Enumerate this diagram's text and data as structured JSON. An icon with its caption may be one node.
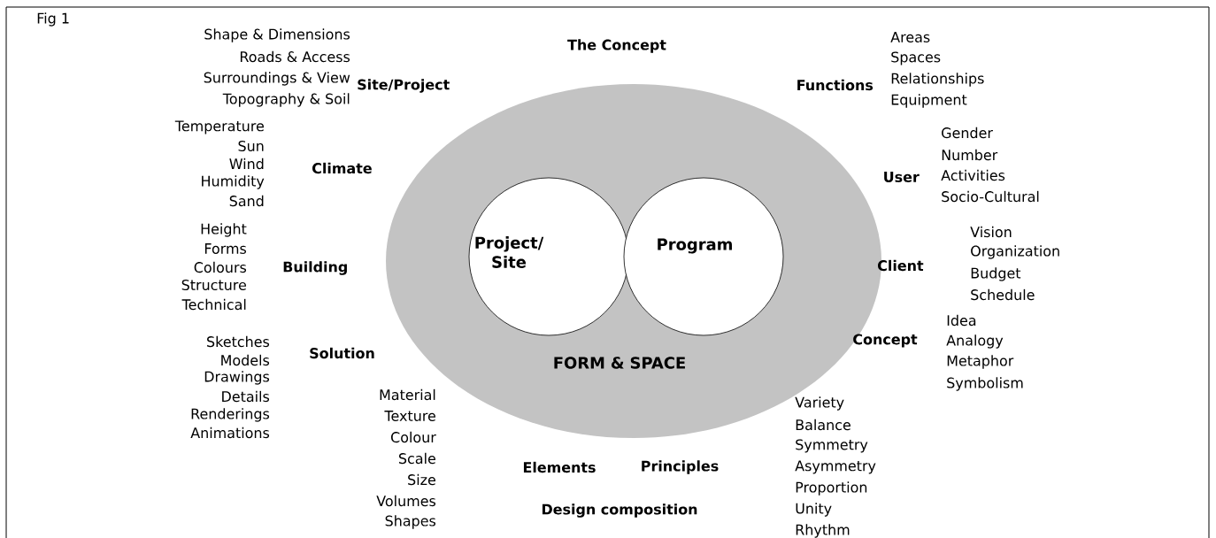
{
  "diagram": {
    "nodes": [
      {
        "text": [
          "FORM & SPACE"
        ]
      },
      {
        "text": [
          "Project/ Site"
        ],
        "in": 0
      },
      {
        "text": [
          "Program"
        ],
        "in": 0
      }
    ],
    "labels": [
      "Fig 1",
      "The Concept",
      "Shape & Dimensions",
      "Roads & Access",
      "Surroundings & View",
      "Topography & Soil",
      "Site/Project",
      "Areas",
      "Spaces",
      "Functions",
      "Relationships",
      "Equipment",
      "Temperature",
      "Sun",
      "Wind",
      "Humidity",
      "Sand",
      "Climate",
      "Gender",
      "Number",
      "User",
      "Activities",
      "Socio-Cultural",
      "Height",
      "Forms",
      "Colours",
      "Building",
      "Structure",
      "Technical",
      "Vision",
      "Organization",
      "Client",
      "Budget",
      "Schedule",
      "Idea",
      "Concept",
      "Analogy",
      "Metaphor",
      "Symbolism",
      "Sketches",
      "Models",
      "Solution",
      "Drawings",
      "Details",
      "Renderings",
      "Animations",
      "Material",
      "Texture",
      "Colour",
      "Scale",
      "Size",
      "Volumes",
      "Shapes",
      "Elements",
      "Principles",
      "Design composition",
      "Variety",
      "Balance",
      "Symmetry",
      "Asymmetry",
      "Proportion",
      "Unity",
      "Rhythm"
    ]
  }
}
